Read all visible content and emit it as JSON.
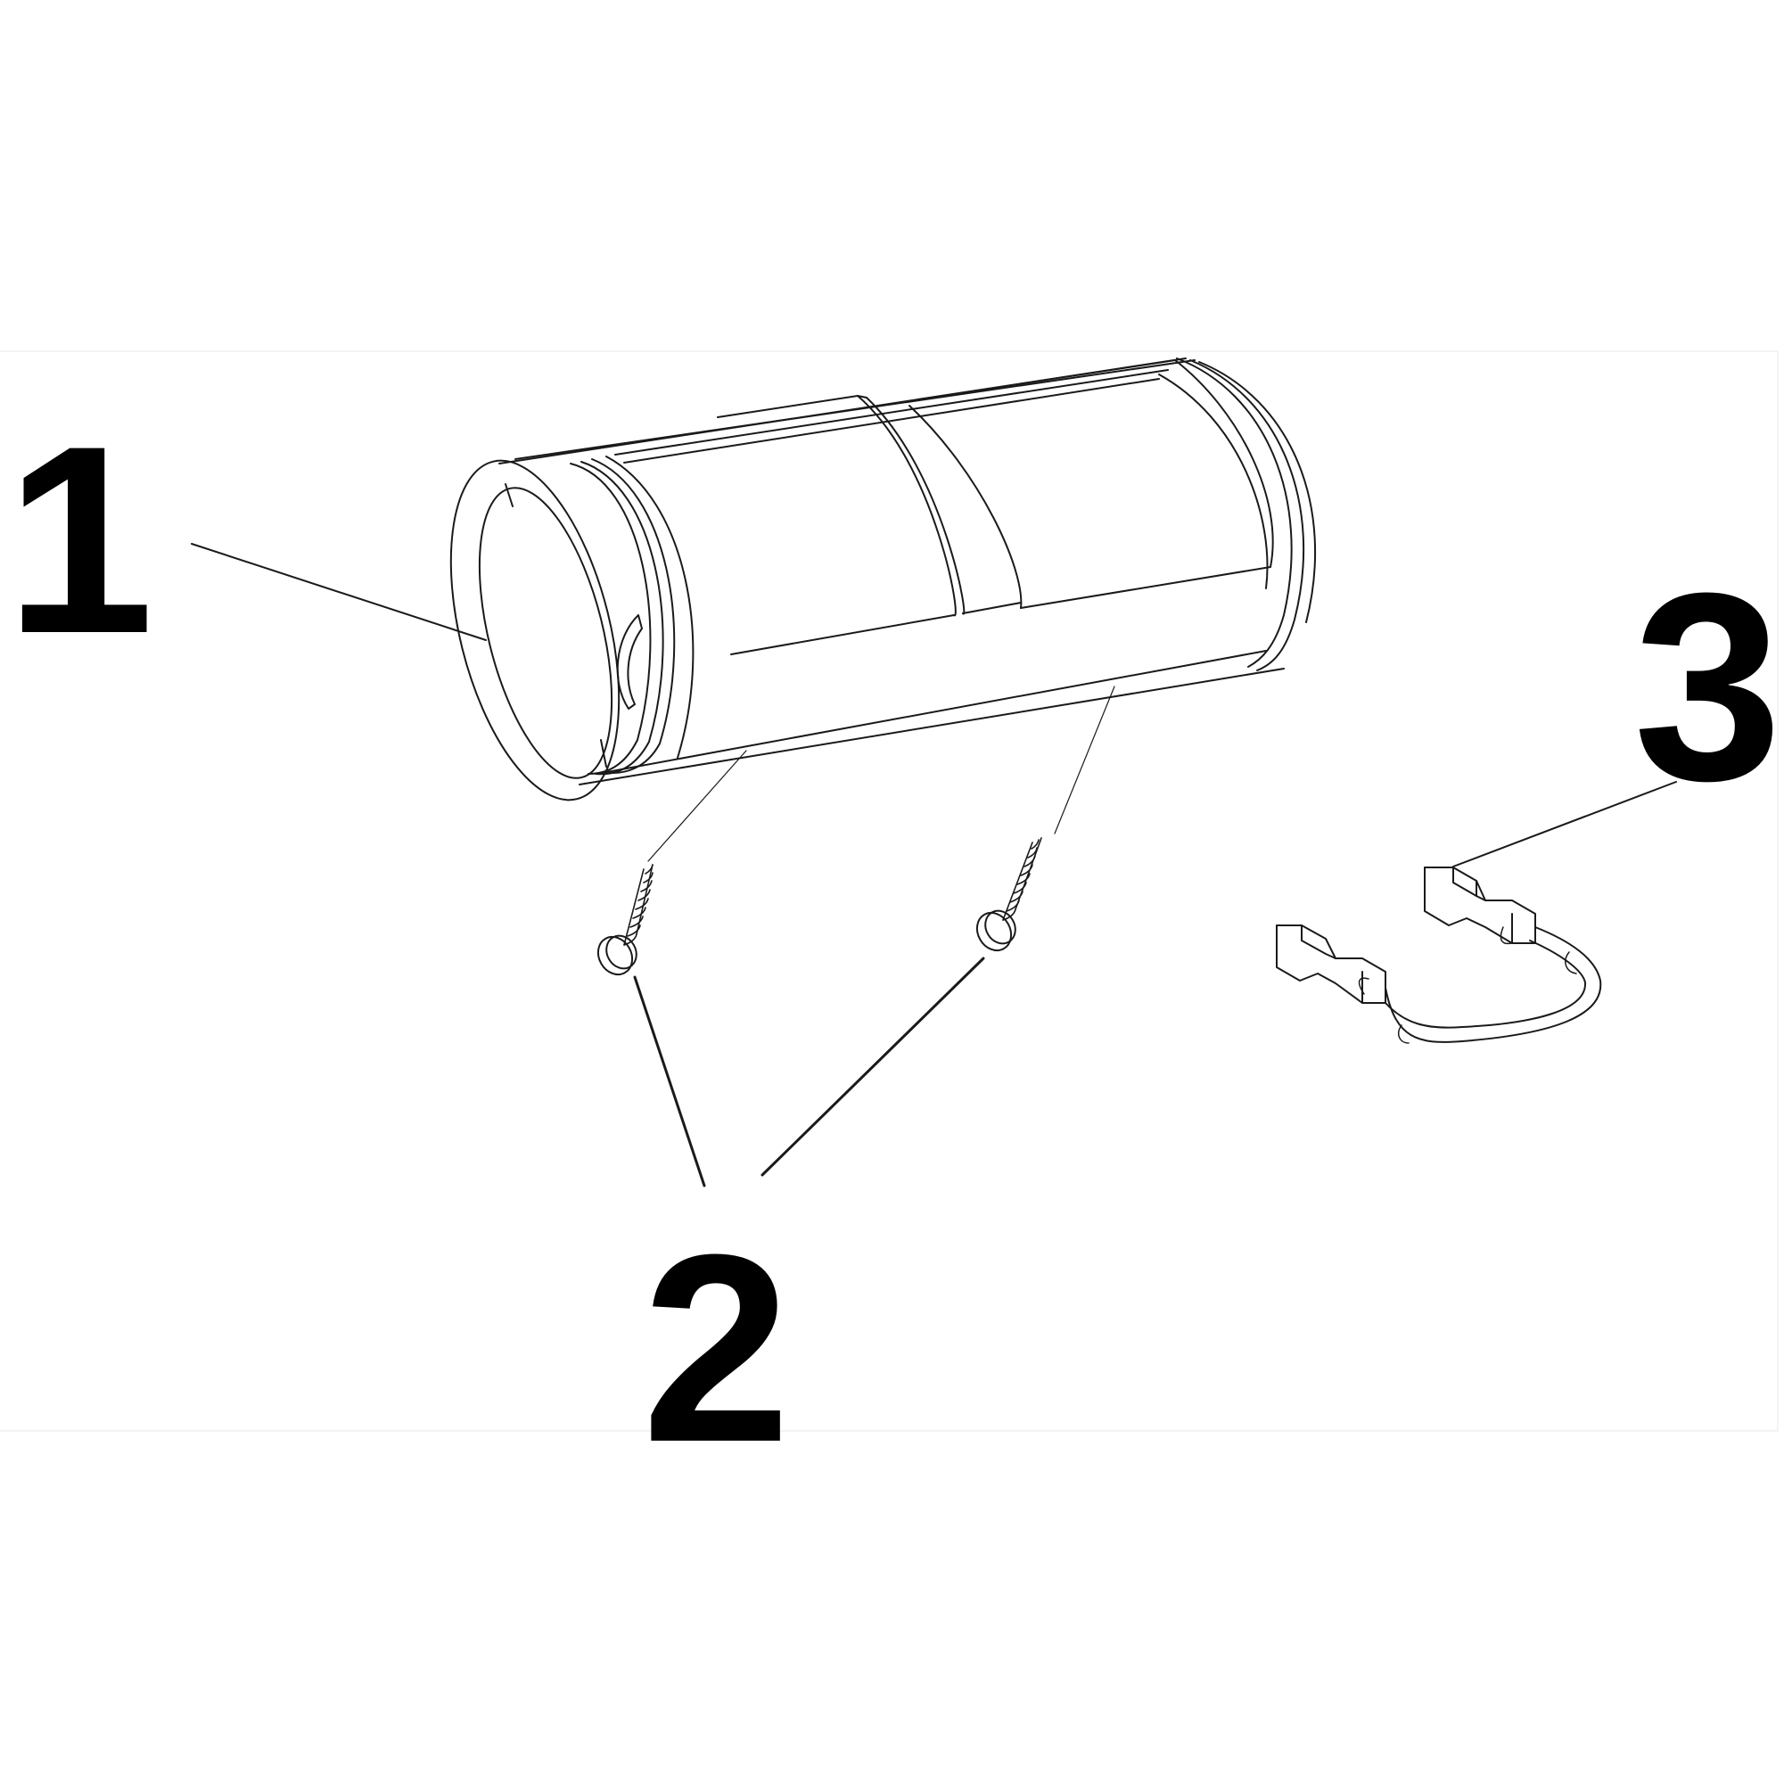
{
  "diagram": {
    "type": "exploded-parts-diagram",
    "background": "#ffffff",
    "line_color": "#1a1a1a",
    "callouts": [
      {
        "id": "1",
        "label": "1",
        "part": "cylinder-housing"
      },
      {
        "id": "2",
        "label": "2",
        "part": "screws"
      },
      {
        "id": "3",
        "label": "3",
        "part": "wire-harness-connector"
      }
    ]
  }
}
